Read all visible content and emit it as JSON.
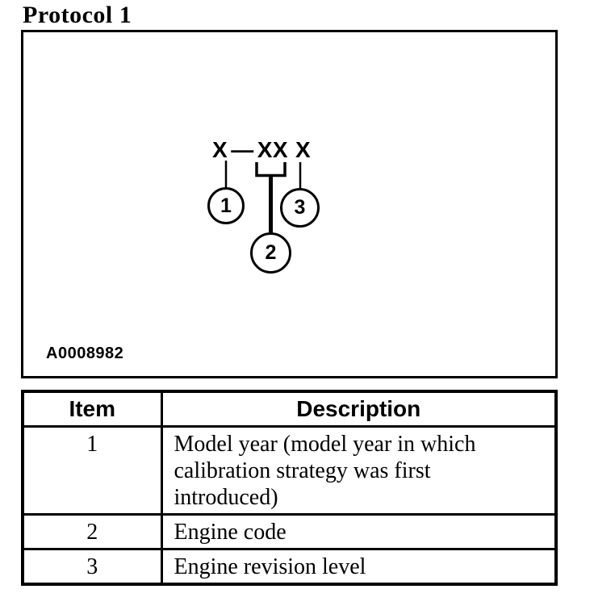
{
  "page": {
    "title": "Protocol 1"
  },
  "figure": {
    "code_parts": [
      "X",
      "—",
      "XX",
      "X"
    ],
    "callouts": [
      {
        "label": "1"
      },
      {
        "label": "2"
      },
      {
        "label": "3"
      }
    ],
    "figure_id": "A0008982"
  },
  "table": {
    "headers": [
      "Item",
      "Description"
    ],
    "rows": [
      {
        "item": "1",
        "description": "Model year (model year in which calibration strategy was first introduced)"
      },
      {
        "item": "2",
        "description": "Engine code"
      },
      {
        "item": "3",
        "description": "Engine revision level"
      }
    ]
  }
}
